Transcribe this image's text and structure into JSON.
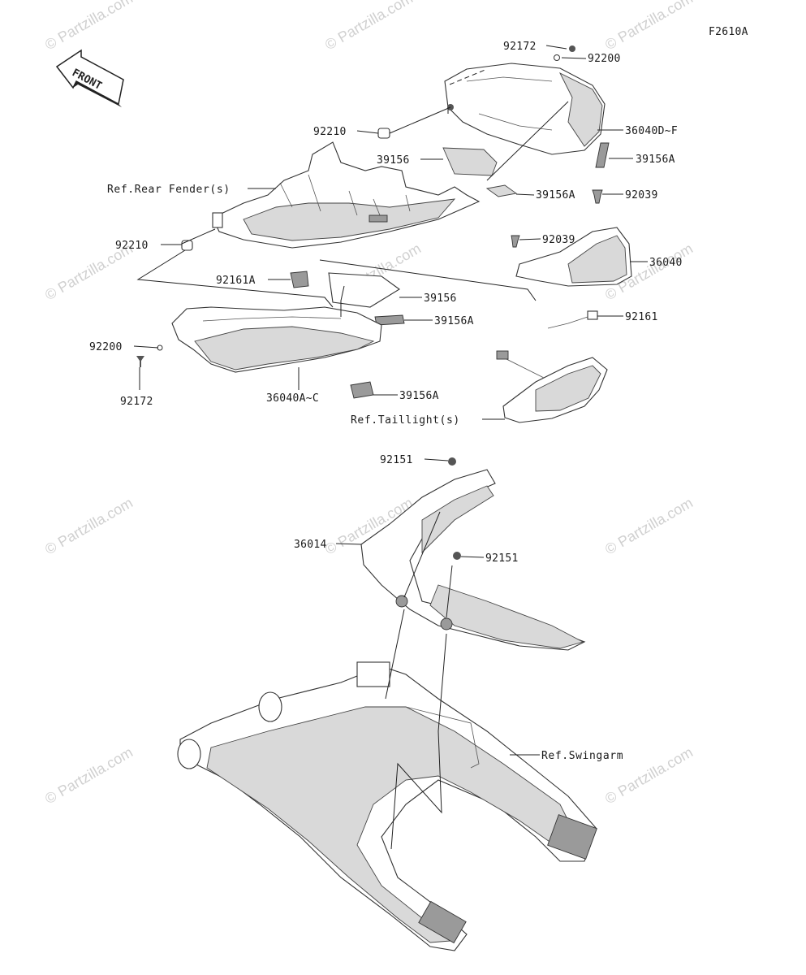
{
  "diagram_code": "F2610A",
  "front_arrow_label": "FRONT",
  "watermark": "© Partzilla.com",
  "parts": {
    "p92172_top": "92172",
    "p92200_top": "92200",
    "p36040DF": "36040D~F",
    "p92210_top": "92210",
    "p39156_top": "39156",
    "p39156A_r1": "39156A",
    "p39156A_r2": "39156A",
    "p92039_r": "92039",
    "p92039_m": "92039",
    "p36040": "36040",
    "p92210_left": "92210",
    "p92161A": "92161A",
    "p39156_mid": "39156",
    "p39156A_mid": "39156A",
    "p92161": "92161",
    "p92200_left": "92200",
    "p92172_left": "92172",
    "p36040AC": "36040A~C",
    "p39156A_bot": "39156A",
    "p92151_top": "92151",
    "p36014": "36014",
    "p92151_mid": "92151"
  },
  "refs": {
    "rear_fender": "Ref.Rear Fender(s)",
    "taillight": "Ref.Taillight(s)",
    "swingarm": "Ref.Swingarm"
  }
}
